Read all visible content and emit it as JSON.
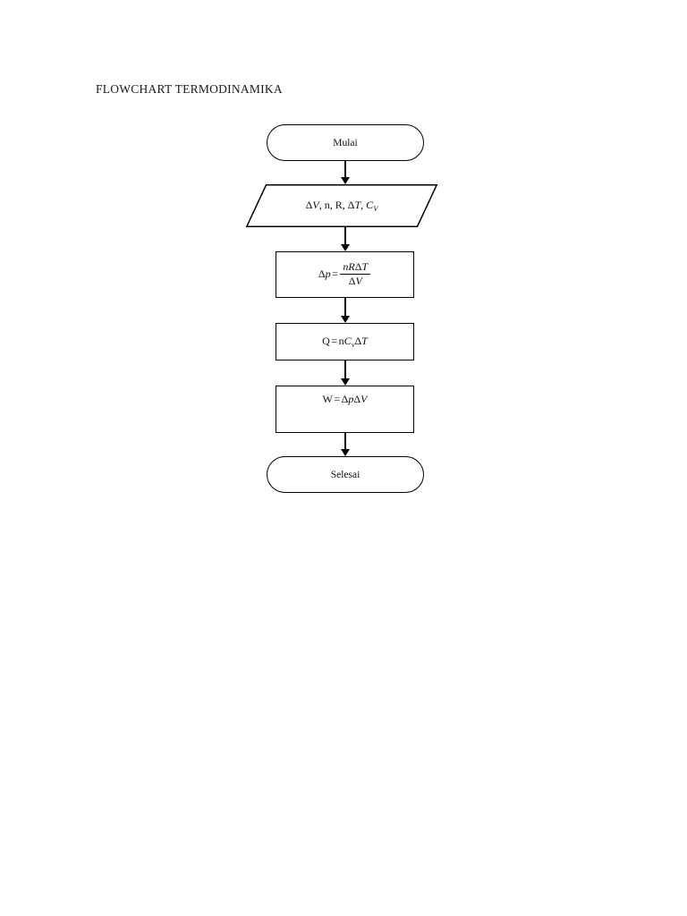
{
  "document": {
    "title": "FLOWCHART TERMODINAMIKA",
    "page_background": "#ffffff",
    "ink_color": "#000000"
  },
  "flowchart": {
    "type": "flowchart",
    "orientation": "top-to-bottom",
    "nodes": [
      {
        "id": "start",
        "shape": "terminator",
        "label": "Mulai"
      },
      {
        "id": "input",
        "shape": "parallelogram",
        "label": "ΔV , n, R, ΔT, C_V",
        "parts": {
          "delta": "Δ",
          "v": "V",
          "comma1": ", ",
          "n": "n",
          "comma2": ", ",
          "r": "R",
          "comma3": ", ",
          "delta2": "Δ",
          "t": "T",
          "comma4": ", ",
          "c": "C",
          "c_sub": "V"
        }
      },
      {
        "id": "calc-delta-p",
        "shape": "process",
        "label": "Δp = nRΔT / ΔV",
        "parts": {
          "delta": "Δ",
          "p": "p",
          "equals": "=",
          "num_n": "n",
          "num_r": "R",
          "num_delta": "Δ",
          "num_t": "T",
          "den_delta": "Δ",
          "den_v": "V"
        }
      },
      {
        "id": "calc-q",
        "shape": "process",
        "label": "Q = nC_vΔT",
        "parts": {
          "q": "Q",
          "equals": "=",
          "n": "n",
          "c": "C",
          "c_sub": "v",
          "delta": "Δ",
          "t": "T"
        }
      },
      {
        "id": "calc-w",
        "shape": "process",
        "label": "W = ΔpΔV",
        "parts": {
          "w": "W",
          "equals": "=",
          "delta1": "Δ",
          "p": "p",
          "delta2": "Δ",
          "v": "V"
        }
      },
      {
        "id": "end",
        "shape": "terminator",
        "label": "Selesai"
      }
    ],
    "edges": [
      {
        "from": "start",
        "to": "input"
      },
      {
        "from": "input",
        "to": "calc-delta-p"
      },
      {
        "from": "calc-delta-p",
        "to": "calc-q"
      },
      {
        "from": "calc-q",
        "to": "calc-w"
      },
      {
        "from": "calc-w",
        "to": "end"
      }
    ]
  }
}
